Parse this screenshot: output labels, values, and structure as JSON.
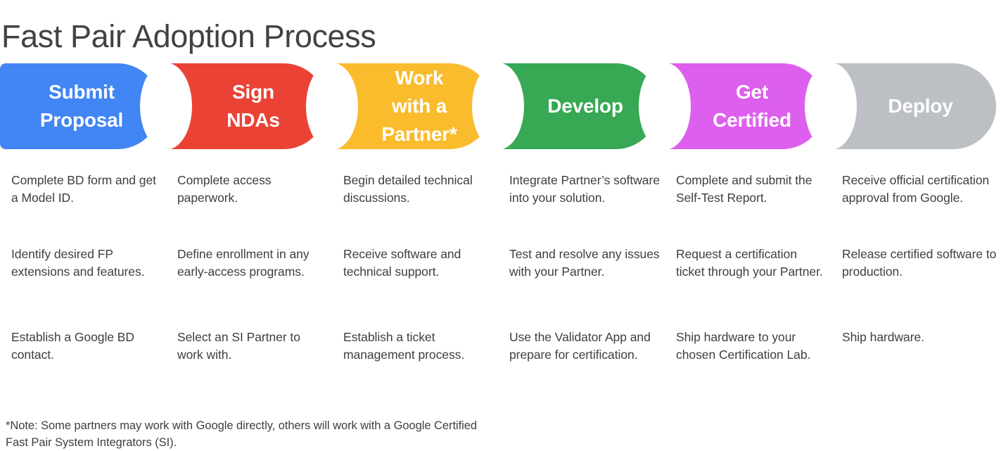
{
  "page": {
    "title": "Fast Pair Adoption Process",
    "background_color": "#ffffff",
    "text_color": "#3c4043"
  },
  "stages": [
    {
      "label": "Submit\nProposal",
      "color": "#4285f4",
      "name": "submit-proposal",
      "bullets": [
        "Complete BD form and get a Model ID.",
        "Identify desired FP extensions and features.",
        "Establish a Google BD contact."
      ]
    },
    {
      "label": "Sign\nNDAs",
      "color": "#ea4335",
      "name": "sign-ndas",
      "bullets": [
        "Complete access paperwork.",
        "Define enrollment in any early-access programs.",
        "Select an SI Partner to work with."
      ]
    },
    {
      "label": "Work\nwith a\nPartner*",
      "color": "#fabc2c",
      "name": "work-with-a-partner",
      "bullets": [
        "Begin detailed technical discussions.",
        "Receive software and technical support.",
        "Establish a ticket management process."
      ]
    },
    {
      "label": "Develop",
      "color": "#37a853",
      "name": "develop",
      "bullets": [
        "Integrate Partner’s software into your solution.",
        "Test and resolve any issues with your Partner.",
        "Use the Validator App and prepare for certification."
      ]
    },
    {
      "label": "Get\nCertified",
      "color": "#dd5fee",
      "name": "get-certified",
      "bullets": [
        "Complete and submit the Self-Test Report.",
        "Request a certification ticket through your Partner.",
        "Ship hardware to your chosen Certification Lab."
      ]
    },
    {
      "label": "Deploy",
      "color": "#bcc0c4",
      "name": "deploy",
      "bullets": [
        "Receive official certification approval from Google.",
        "Release certified software to production.",
        "Ship hardware."
      ]
    }
  ],
  "footnote": "*Note: Some partners may work with Google directly, others will work with a Google Certified Fast Pair System Integrators (SI)."
}
